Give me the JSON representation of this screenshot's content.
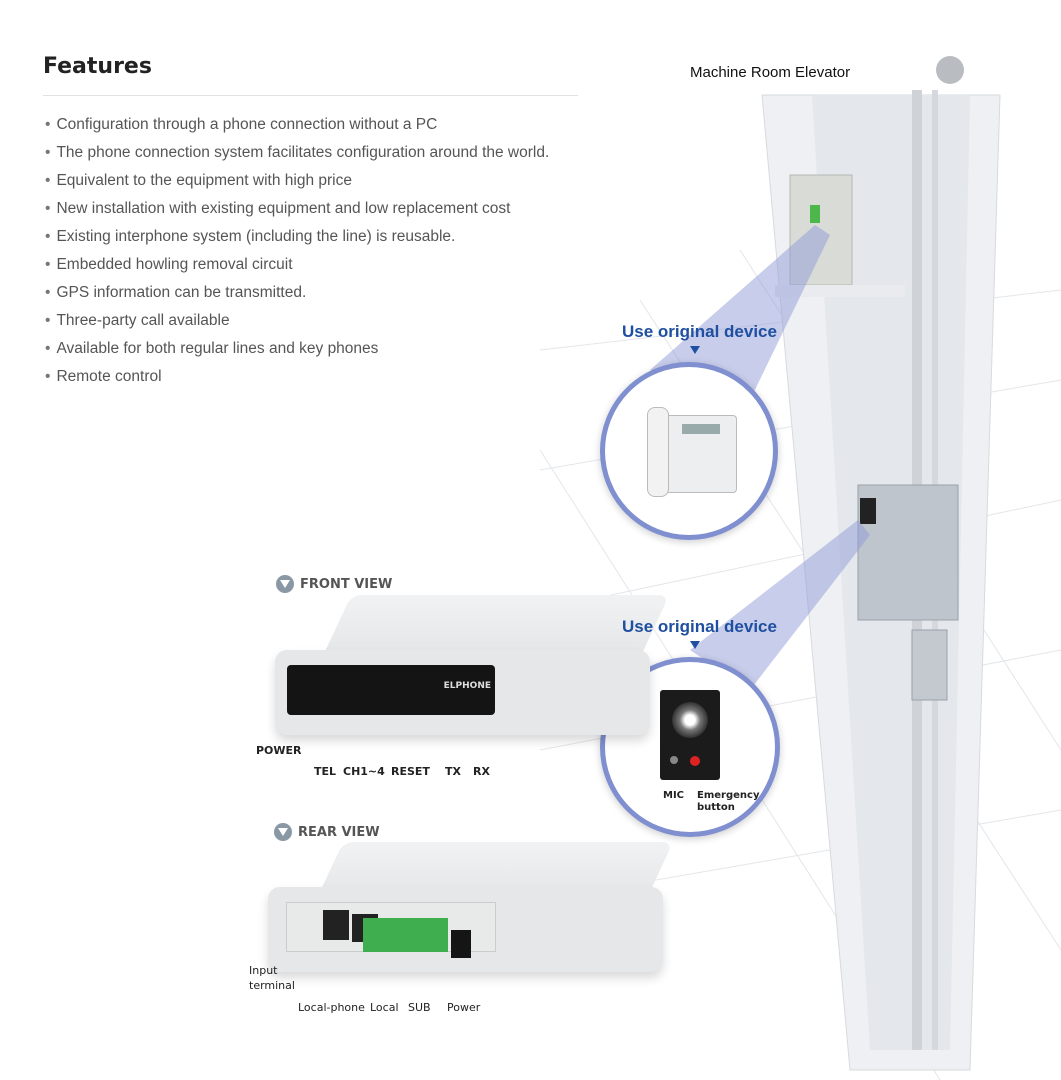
{
  "features": {
    "title": "Features",
    "items": [
      "Configuration through a phone connection without a PC",
      "The phone connection system facilitates configuration around the world.",
      "Equivalent to the equipment with high price",
      "New installation with existing equipment and low replacement cost",
      "Existing interphone system (including the line) is reusable.",
      "Embedded howling removal circuit",
      "GPS information can be transmitted.",
      "Three-party call available",
      "Available for both regular lines and key phones",
      "Remote control"
    ]
  },
  "diagram": {
    "elevator_title": "Machine Room Elevator",
    "callout1": "Use original device",
    "callout2": "Use original device",
    "mic": "MIC",
    "emergency": "Emergency button"
  },
  "front": {
    "heading": "FRONT VIEW",
    "brand": "ELPHONE",
    "labels": {
      "power": "POWER",
      "tel": "TEL",
      "ch": "CH1~4",
      "reset": "RESET",
      "tx": "TX",
      "rx": "RX"
    }
  },
  "rear": {
    "heading": "REAR VIEW",
    "labels": {
      "input": "Input terminal",
      "localphone": "Local-phone",
      "local": "Local",
      "sub": "SUB",
      "power": "Power"
    }
  }
}
